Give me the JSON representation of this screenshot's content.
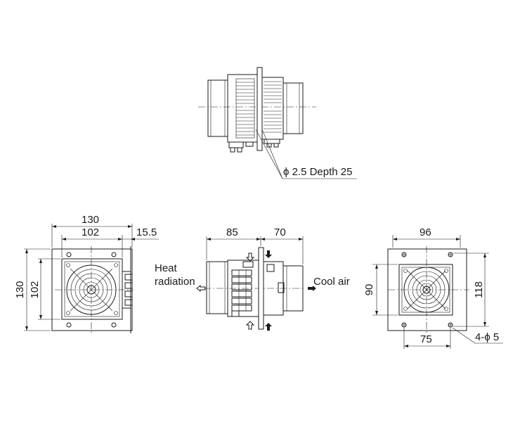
{
  "top_view": {
    "hole_callout": "ϕ 2.5 Depth 25"
  },
  "front_view": {
    "width_outer": "130",
    "width_inner": "102",
    "depth_offset": "15.5",
    "height_outer": "130",
    "height_inner": "102"
  },
  "side_view": {
    "left_depth": "85",
    "right_depth": "70",
    "heat_label_1": "Heat",
    "heat_label_2": "radiation",
    "cool_label": "Cool air"
  },
  "rear_view": {
    "width_top": "96",
    "width_bottom": "75",
    "height_left": "90",
    "height_right": "118",
    "hole_callout": "4-ϕ 5"
  }
}
